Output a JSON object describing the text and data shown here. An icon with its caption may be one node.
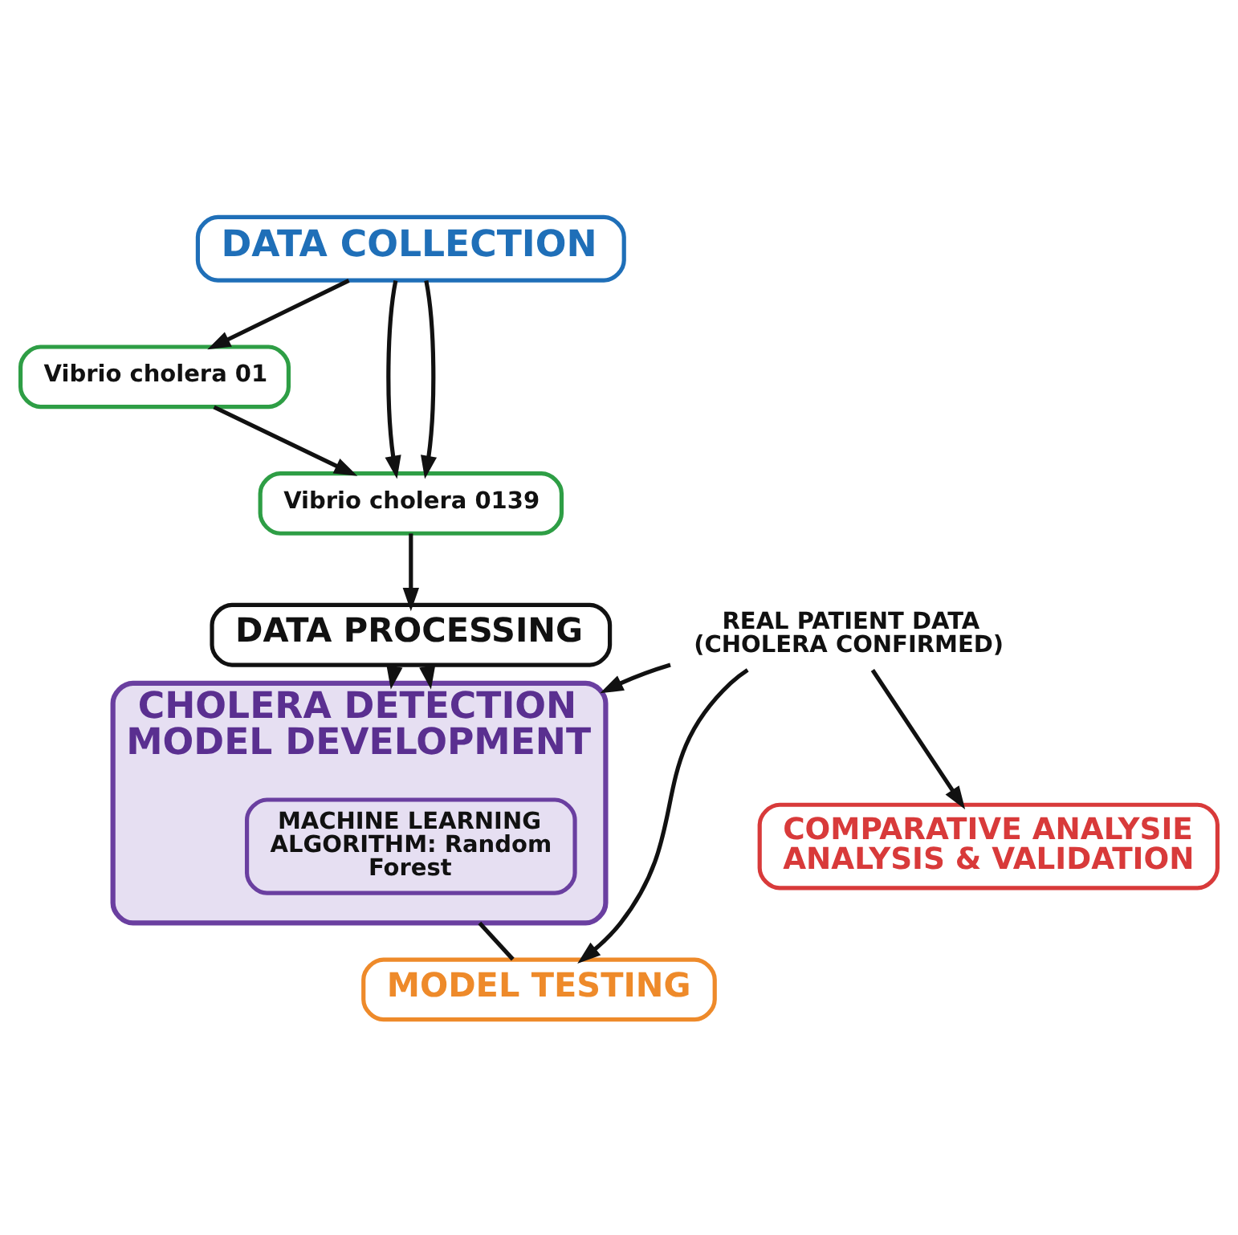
{
  "diagram": {
    "nodes": [
      {
        "text": [
          "DATA COLLECTION"
        ]
      },
      {
        "text": [
          "Vibrio cholera 01"
        ]
      },
      {
        "text": [
          "Vibrio cholera 0139"
        ]
      },
      {
        "text": [
          "DATA PROCESSING"
        ]
      },
      {
        "text": [
          "CHOLERA DETECTION MODEL DEVELOPMENT"
        ]
      },
      {
        "text": [
          "MACHINE LEARNING ALGORITHM: Random Forest"
        ],
        "in": 4
      },
      {
        "text": [
          "REAL PATIENT DATA (CHOLERA CONFIRMED)"
        ]
      },
      {
        "text": [
          "MODEL TESTING"
        ]
      },
      {
        "text": [
          "COMPARATIVE ANALYSIE ANALYSIS & VALIDATION"
        ]
      }
    ],
    "edges": [
      {
        "from": 0,
        "to": 1,
        "arrow": "to"
      },
      {
        "from": 0,
        "to": 2,
        "arrow": "to"
      },
      {
        "from": 0,
        "to": 2,
        "arrow": "to"
      },
      {
        "from": 1,
        "to": 2,
        "arrow": "to"
      },
      {
        "from": 2,
        "to": 3,
        "arrow": "to"
      },
      {
        "from": 3,
        "to": 4,
        "arrow": "to"
      },
      {
        "from": 3,
        "to": 4,
        "arrow": "to"
      },
      {
        "from": 6,
        "to": 4,
        "arrow": "to"
      },
      {
        "from": 6,
        "to": 7,
        "arrow": "to"
      },
      {
        "from": 6,
        "to": 8,
        "arrow": "to"
      },
      {
        "from": 4,
        "to": 7,
        "arrow": "none"
      }
    ]
  }
}
